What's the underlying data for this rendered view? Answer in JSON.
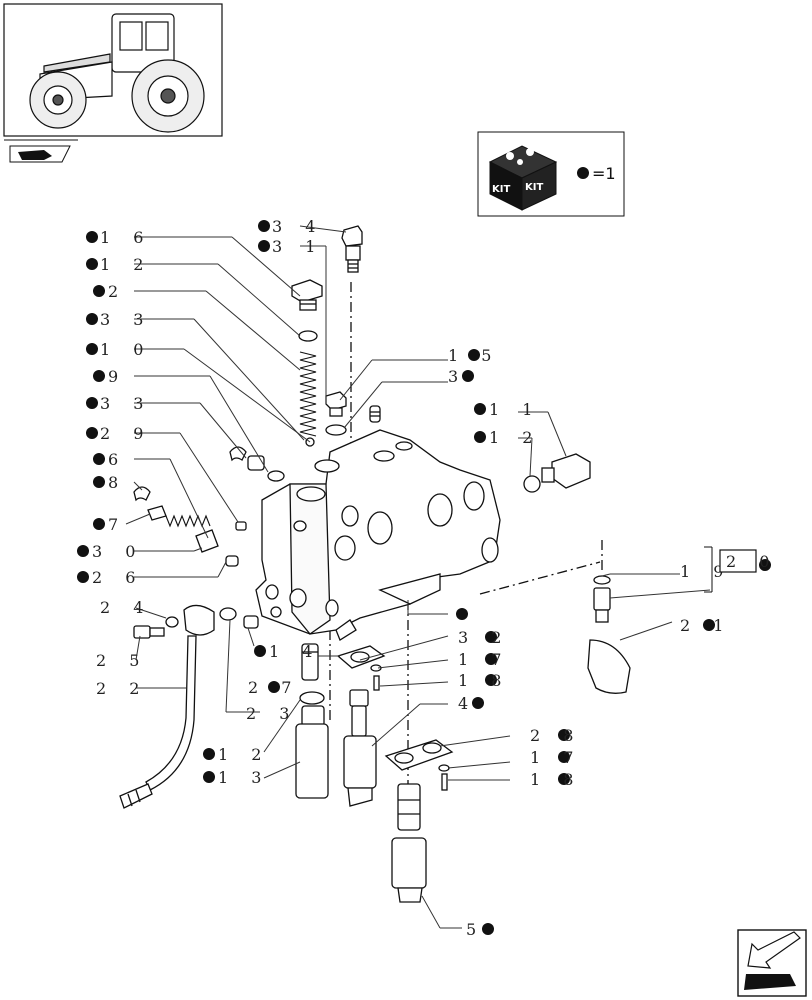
{
  "kit_legend": {
    "label": "KIT",
    "equals": "=1"
  },
  "nav": {
    "prev_icon": "back-arrow-icon",
    "next_icon": "next-page-arrow-icon"
  },
  "labels": {
    "l34": "3 4",
    "l31": "3 1",
    "l16": "1 6",
    "l12a": "1 2",
    "l2": "2",
    "l33a": "3 3",
    "l10": "1 0",
    "l9": "9",
    "l33b": "3 3",
    "l29": "2 9",
    "l6": "6",
    "l8": "8",
    "l7": "7",
    "l30": "3 0",
    "l26": "2 6",
    "l24": "2 4",
    "l25": "2 5",
    "l22": "2 2",
    "l15": "1 5",
    "l3": "3",
    "l11": "1 1",
    "l12b": "1 2",
    "l19": "1 9",
    "l20": "2 0",
    "l21": "2 1",
    "l32": "3 2",
    "l17a": "1 7",
    "l18a": "1 8",
    "l4": "4",
    "l14": "1 4",
    "l27": "2 7",
    "l23": "2 3",
    "l12c": "1 2",
    "l13": "1 3",
    "l28": "2 8",
    "l17b": "1 7",
    "l18b": "1 8",
    "l5": "5"
  }
}
